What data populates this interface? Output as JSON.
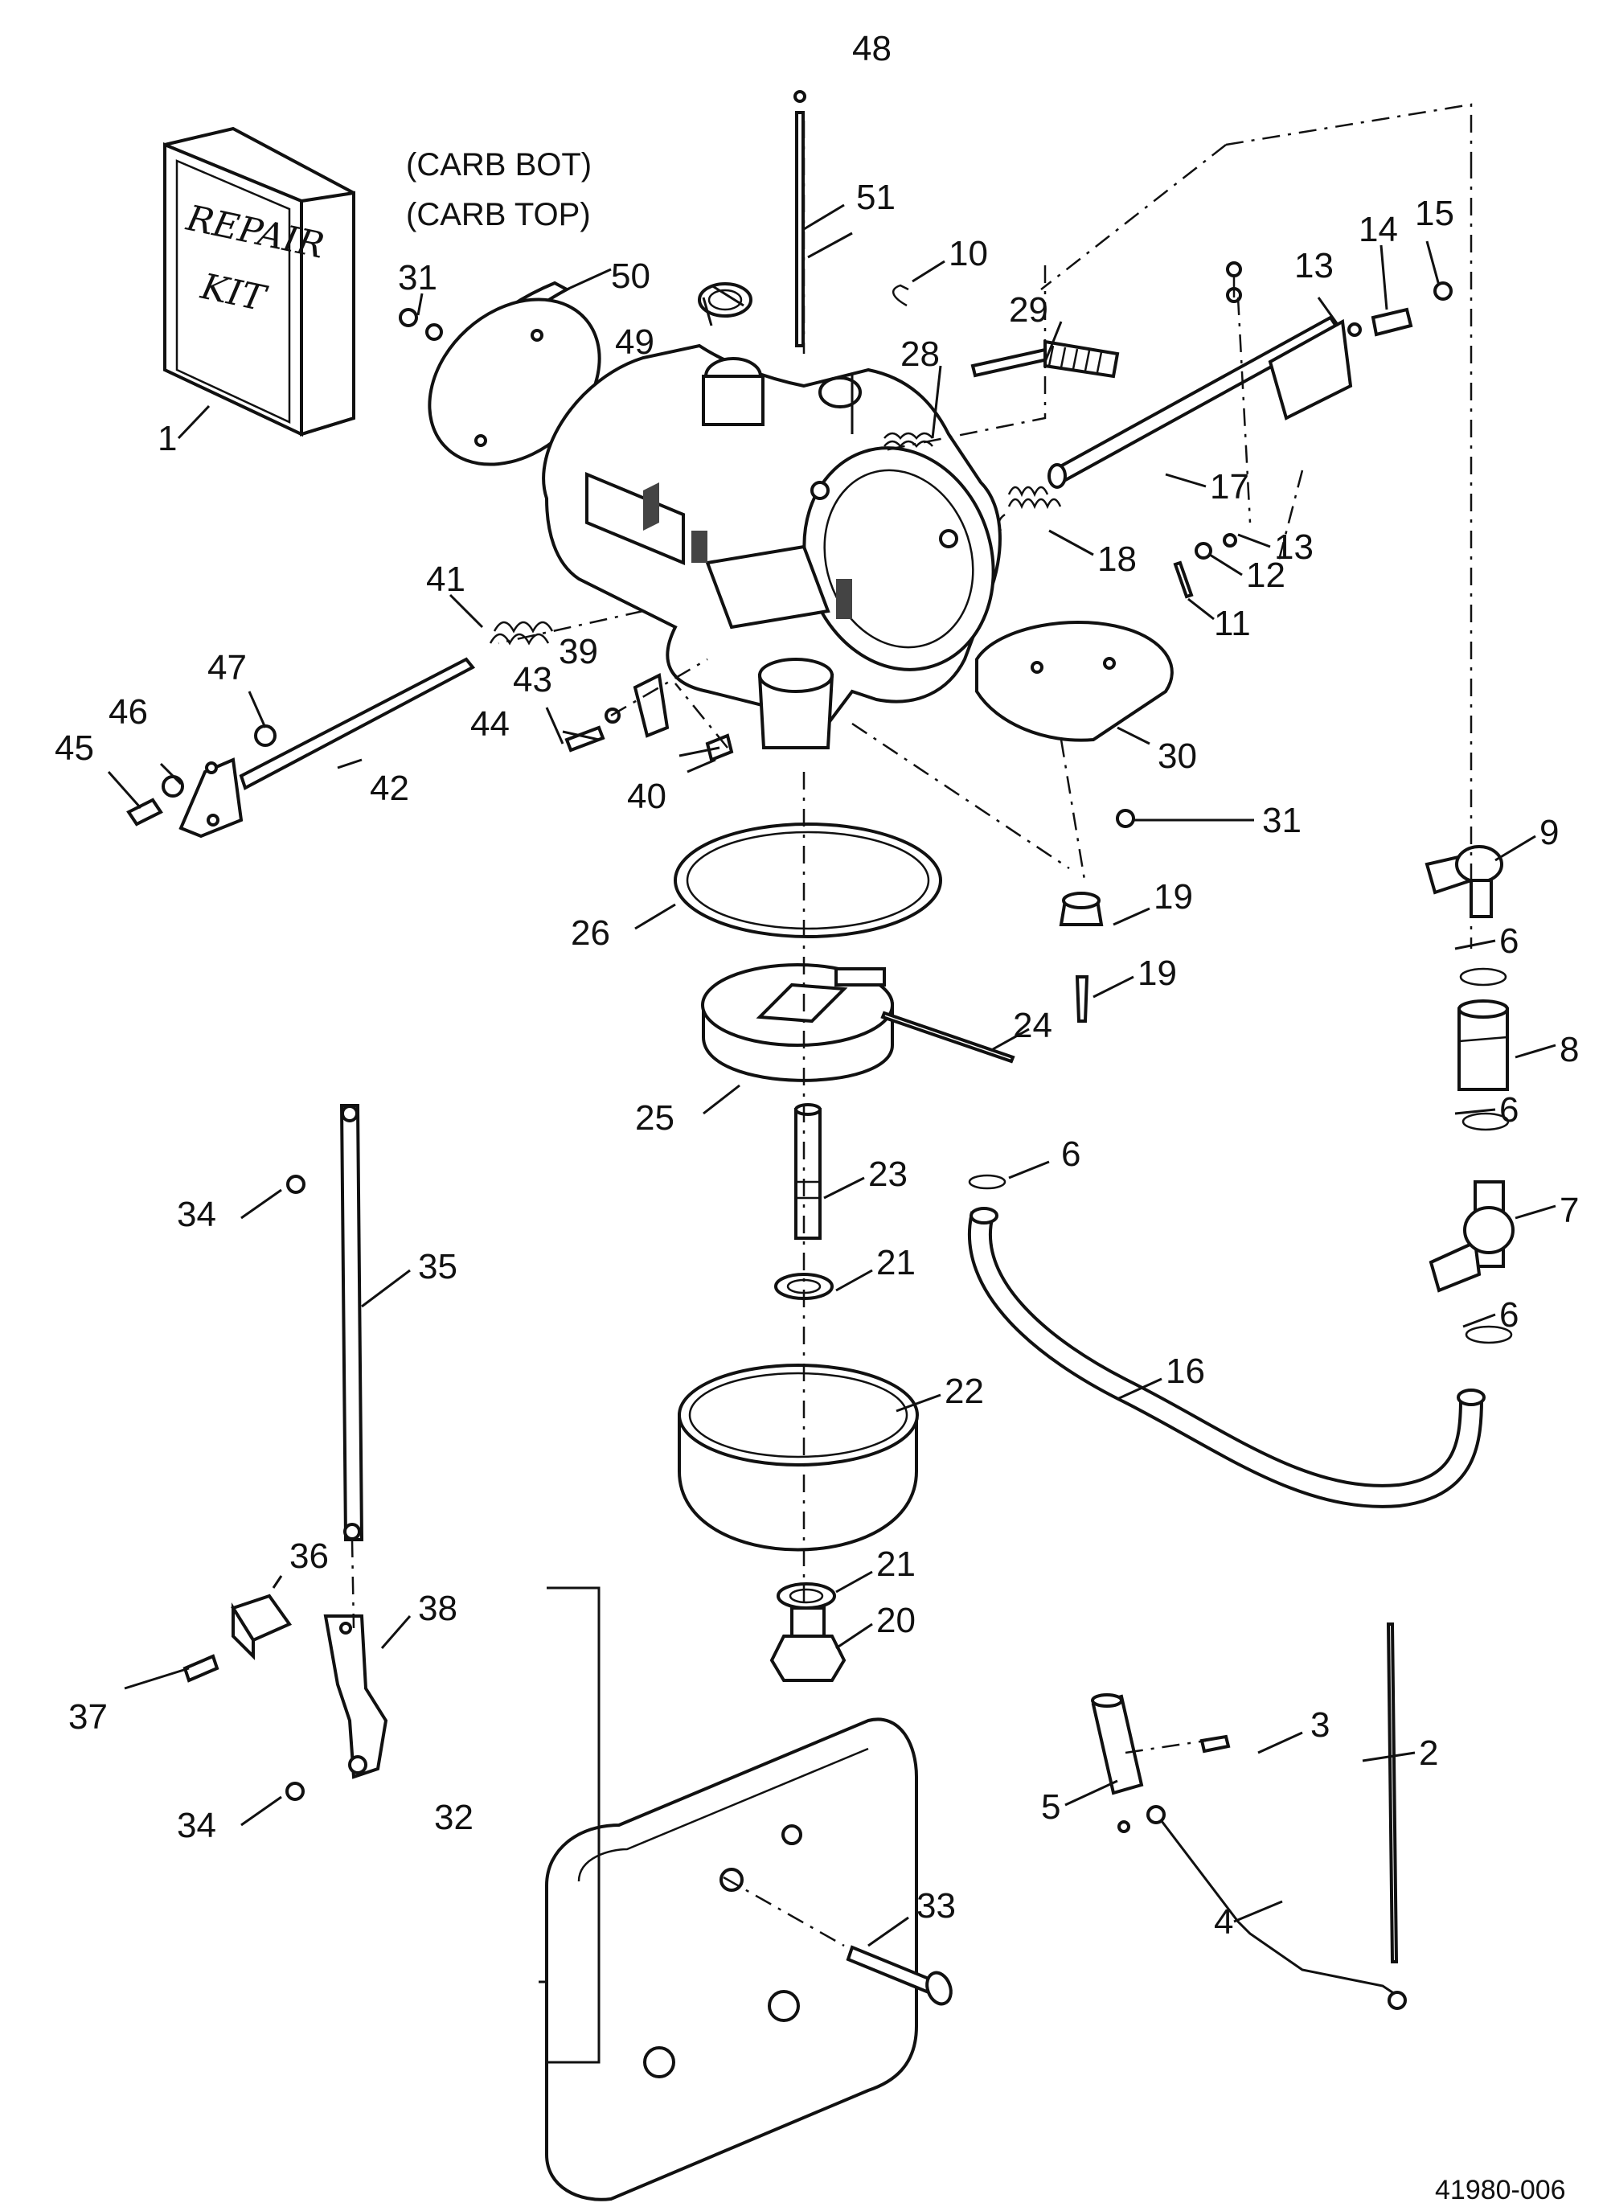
{
  "callouts": {
    "c1": "1",
    "c2": "2",
    "c3": "3",
    "c4": "4",
    "c5": "5",
    "c6a": "6",
    "c6b": "6",
    "c6c": "6",
    "c6d": "6",
    "c7": "7",
    "c8": "8",
    "c9": "9",
    "c10": "10",
    "c11": "11",
    "c12": "12",
    "c13a": "13",
    "c13b": "13",
    "c14": "14",
    "c15": "15",
    "c16": "16",
    "c17": "17",
    "c18": "18",
    "c19a": "19",
    "c19b": "19",
    "c20": "20",
    "c21a": "21",
    "c21b": "21",
    "c22": "22",
    "c23": "23",
    "c24": "24",
    "c25": "25",
    "c26": "26",
    "c28": "28",
    "c29": "29",
    "c30": "30",
    "c31a": "31",
    "c31b": "31",
    "c32": "32",
    "c33": "33",
    "c34a": "34",
    "c34b": "34",
    "c35": "35",
    "c36": "36",
    "c37": "37",
    "c38": "38",
    "c39": "39",
    "c40": "40",
    "c41": "41",
    "c42": "42",
    "c43": "43",
    "c44": "44",
    "c45": "45",
    "c46": "46",
    "c47": "47",
    "c48": "48",
    "c49": "49",
    "c50": "50",
    "c51": "51"
  },
  "notes": {
    "carb_bot": "(CARB BOT)",
    "carb_top": "(CARB TOP)"
  },
  "kit_text": {
    "line1": "REPAIR",
    "line2": "KIT"
  },
  "figure_code": "41980-006"
}
